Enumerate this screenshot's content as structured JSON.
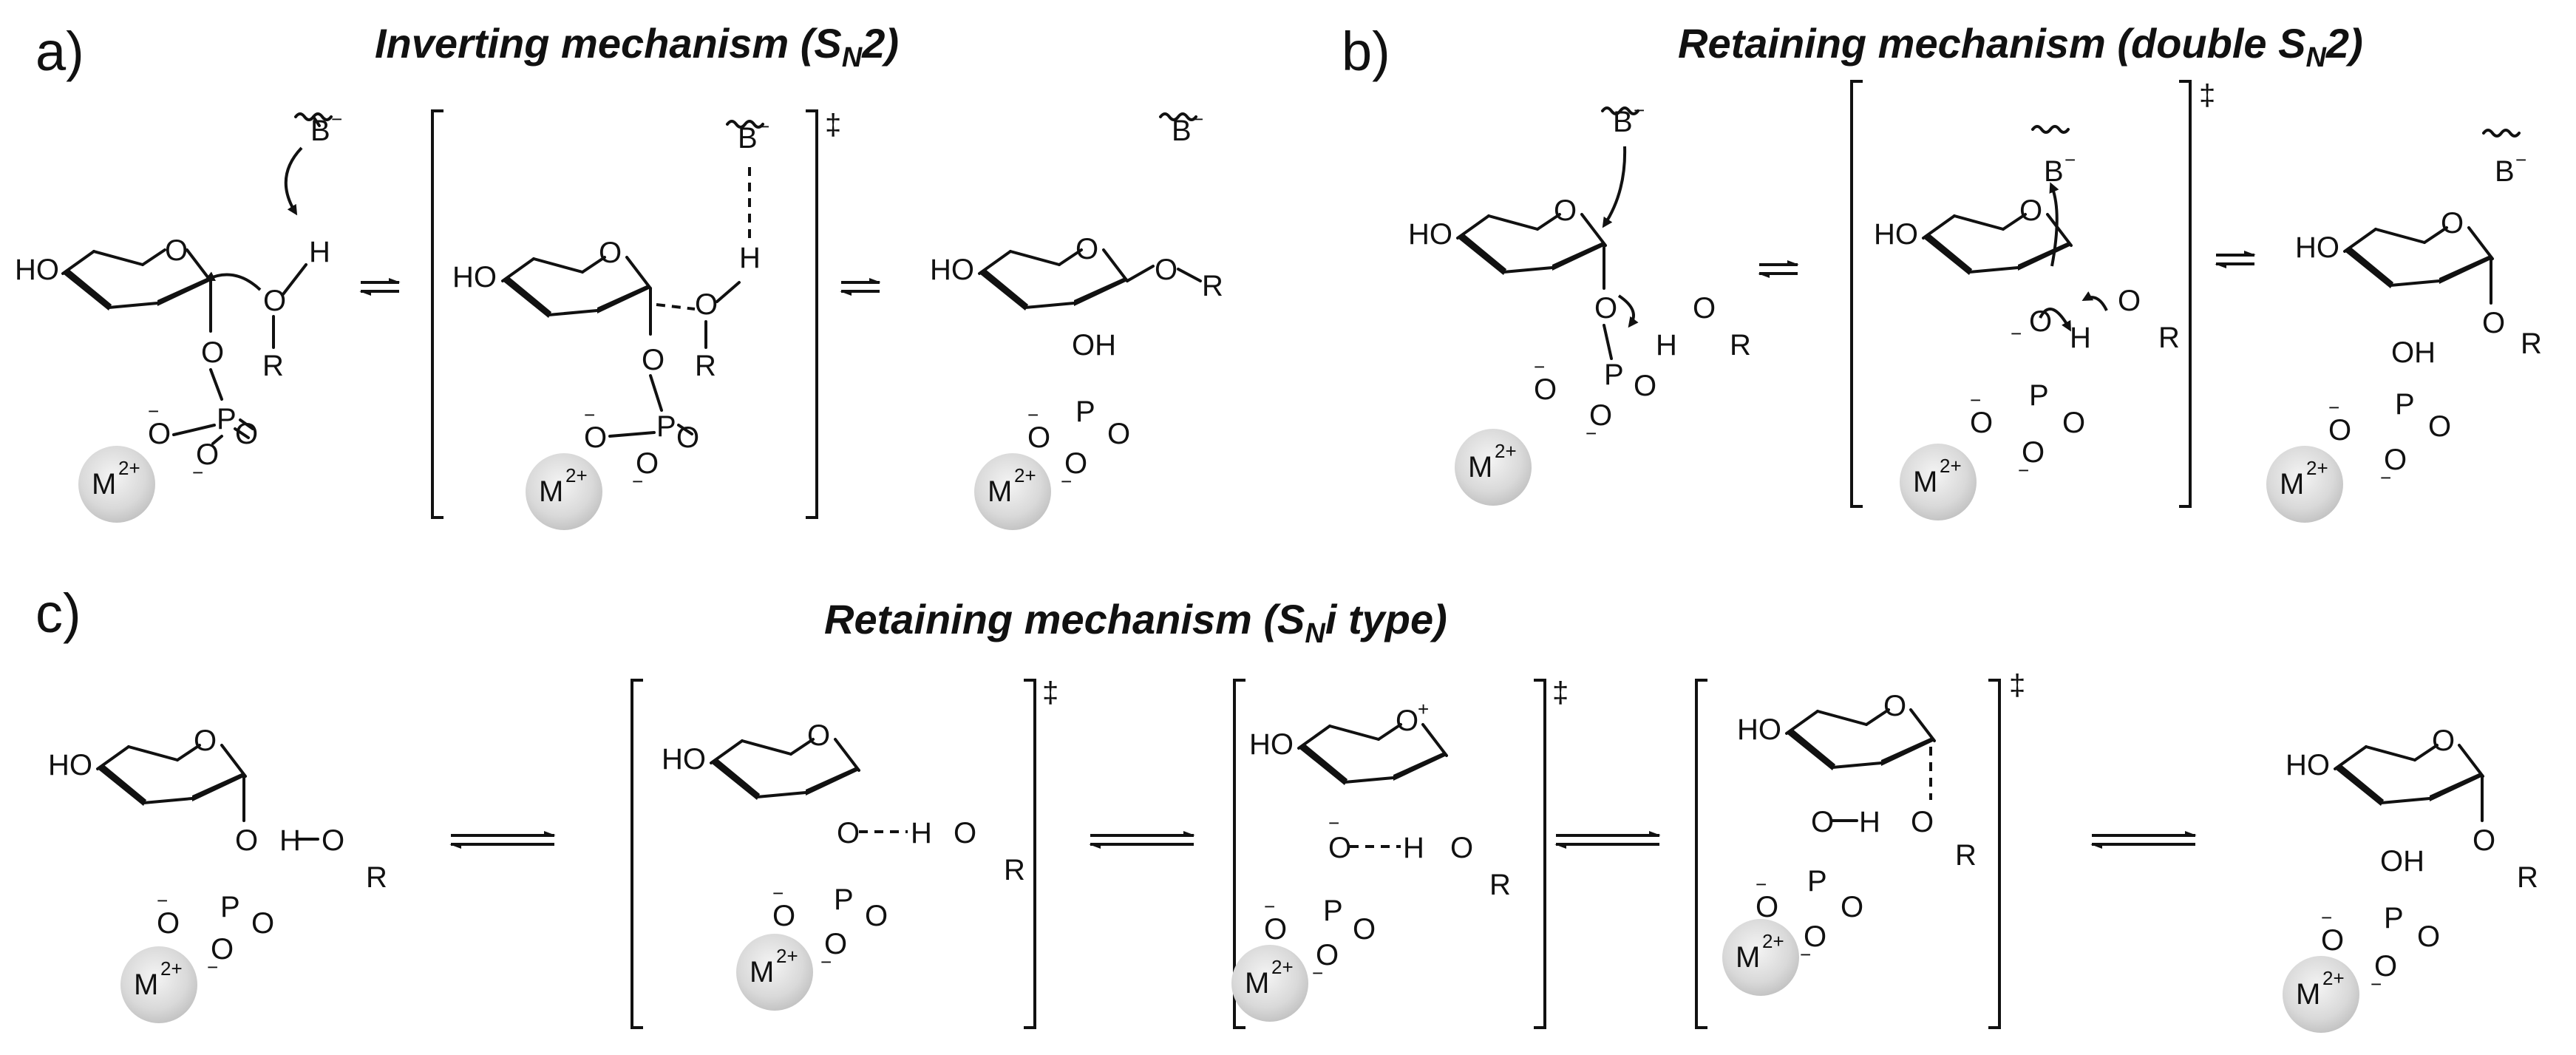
{
  "panels": {
    "a": {
      "letter": "a)",
      "title_main": "Inverting mechanism (S",
      "title_sub": "N",
      "title_end": "2)"
    },
    "b": {
      "letter": "b)",
      "title_main": "Retaining mechanism (double S",
      "title_sub": "N",
      "title_end": "2)"
    },
    "c": {
      "letter": "c)",
      "title_main": "Retaining mechanism (S",
      "title_sub": "N",
      "title_end": "i type)"
    }
  },
  "labels": {
    "HO": "HO",
    "O": "O",
    "Oplus": "O+",
    "P": "P",
    "R": "R",
    "H": "H",
    "OH": "OH",
    "B": "B",
    "minus": "−",
    "plus": "+",
    "M": "M",
    "Msup": "2+",
    "ts": "‡"
  },
  "colors": {
    "ink": "#111111",
    "metal_ball": "#d9d9d9",
    "background": "#ffffff"
  }
}
